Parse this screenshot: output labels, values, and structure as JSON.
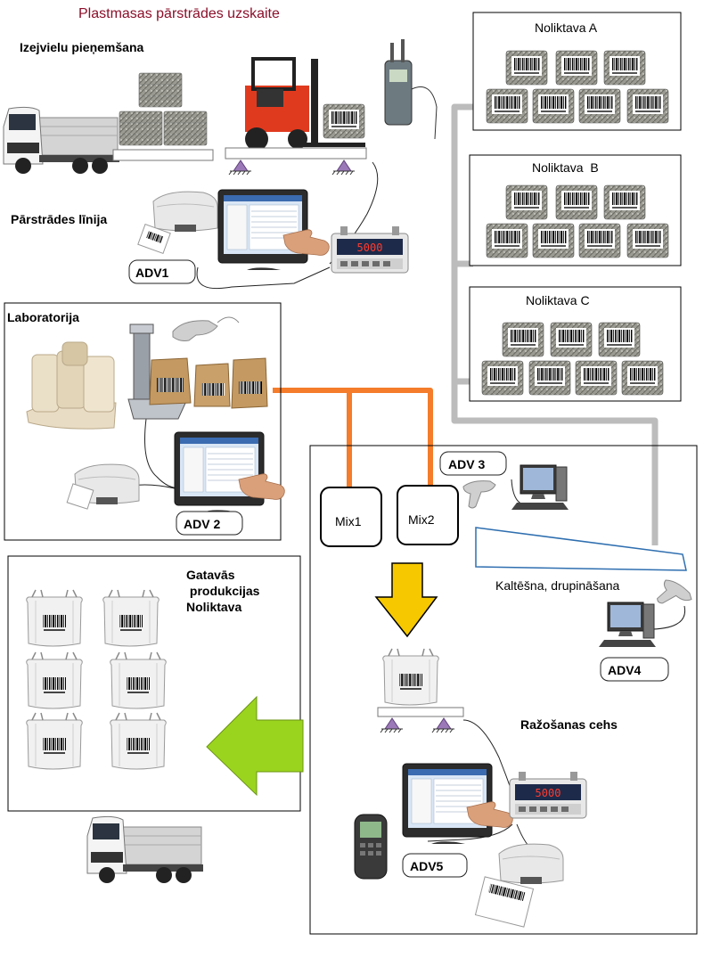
{
  "title": "Plastmasas pārstrādes uzskaite",
  "sections": {
    "raw_intake": "Izejvielu pieņemšana",
    "processing_line": "Pārstrādes līnija",
    "laboratory": "Laboratorija",
    "finished_goods": [
      "Gatavās",
      " produkcijas",
      "Noliktava"
    ],
    "production": "Ražošanas cehs",
    "drying": "Kaltēšna, drupināšana"
  },
  "warehouses": [
    "Noliktava A",
    "Noliktava  B",
    "Noliktava C"
  ],
  "stations": [
    "ADV1",
    "ADV 2",
    "ADV 3",
    "ADV4",
    "ADV5"
  ],
  "mixers": [
    "Mix1",
    "Mix2"
  ],
  "colors": {
    "title": "#8b0f2a",
    "orange_link": "#f47c2a",
    "gray_link": "#bcbcbc",
    "arrow_down": "#f5c800",
    "arrow_left": "#9bd41e",
    "hopper": "#2f6fb0"
  },
  "icons": [
    "truck-icon",
    "forklift-icon",
    "moisture-meter-icon",
    "printer-icon",
    "touch-monitor-icon",
    "scale-indicator-icon",
    "barcode-scanner-icon",
    "pc-icon",
    "lab-scale-icon",
    "sample-bag-icon",
    "big-bag-icon",
    "handheld-terminal-icon",
    "bale-icon",
    "floor-scale-icon"
  ]
}
